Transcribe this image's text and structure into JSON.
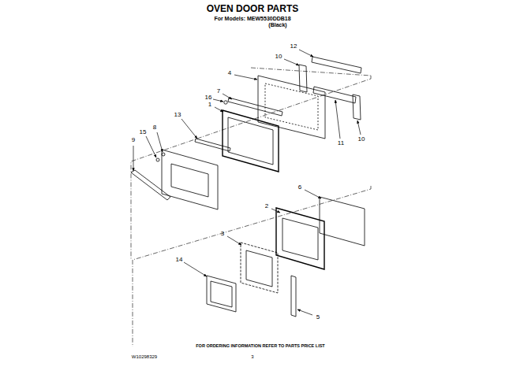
{
  "diagram": {
    "title": "OVEN DOOR PARTS",
    "labels": [
      "For Models: MEW5530DDB18",
      "(Black)",
      "12",
      "10",
      "4",
      "7",
      "16",
      "1",
      "13",
      "8",
      "15",
      "9",
      "11",
      "10",
      "6",
      "2",
      "3",
      "14",
      "5",
      "FOR ORDERING INFORMATION REFER TO PARTS PRICE LIST",
      "W10298329",
      "3"
    ]
  }
}
